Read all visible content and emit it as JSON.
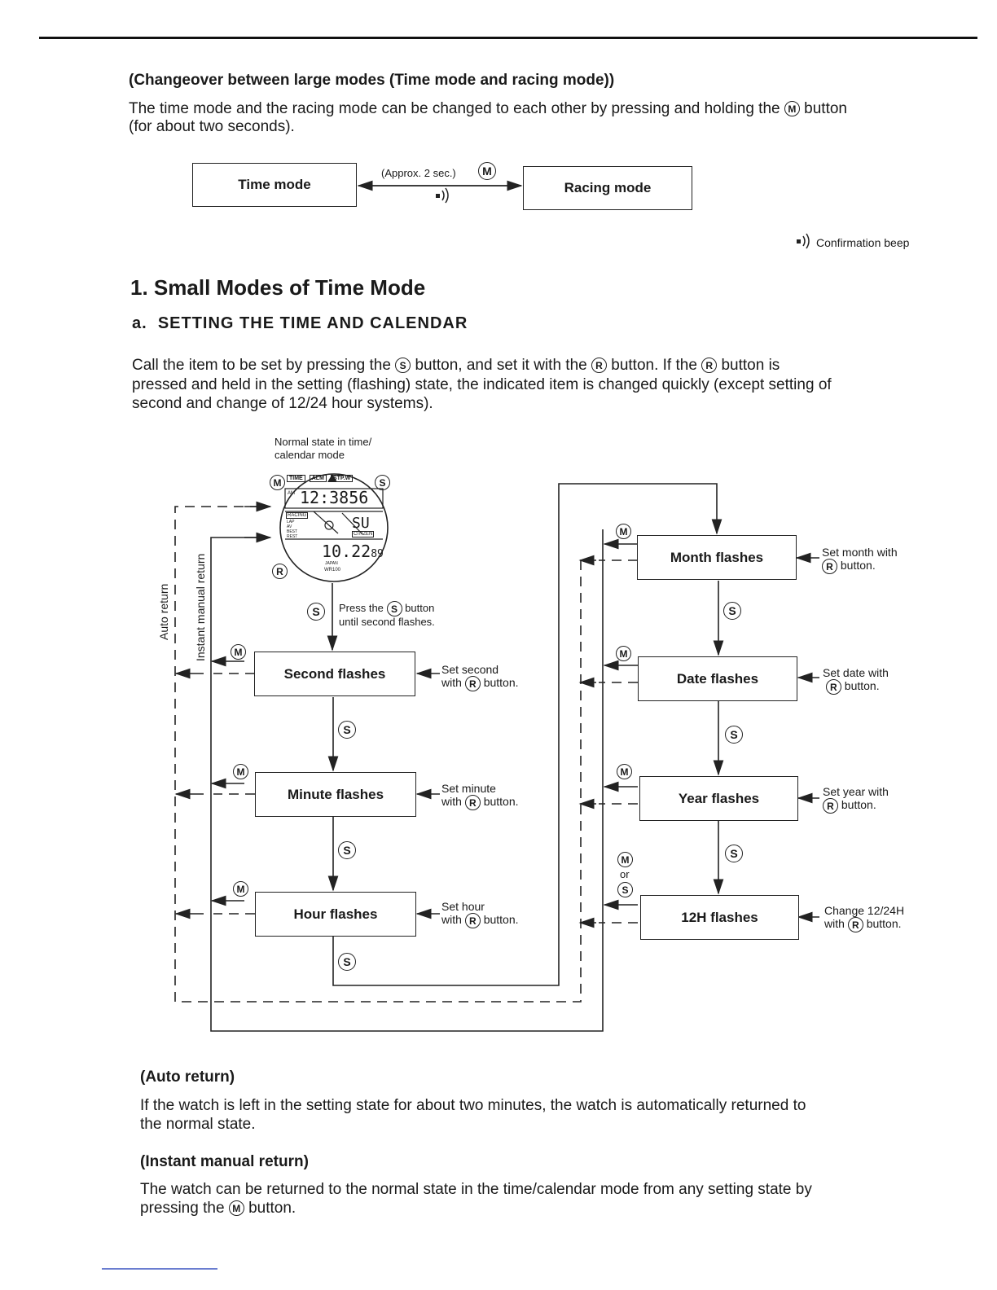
{
  "changeover": {
    "heading": "(Changeover between large modes (Time mode and racing mode))",
    "text_1": "The time mode and the racing mode can be changed to each other by pressing and holding the",
    "btn": "M",
    "text_2": "button",
    "text_3": "(for about two seconds).",
    "time_box": "Time mode",
    "racing_box": "Racing mode",
    "approx": "(Approx. 2 sec.)",
    "beep_label": "Confirmation beep"
  },
  "section": {
    "number": "1.",
    "title": "Small Modes of Time Mode",
    "sub_letter": "a.",
    "sub_title": "SETTING THE TIME AND CALENDAR",
    "line_1a": "Call the item to be set by pressing the",
    "line_1b": "button, and set it with the",
    "line_1c": "button. If the",
    "line_1d": "button is",
    "line_2": "pressed and held in the setting (flashing) state, the indicated item is changed quickly (except setting of",
    "line_3": "second and change of 12/24 hour systems)."
  },
  "buttons": {
    "s": "S",
    "r": "R",
    "m": "M"
  },
  "diagram": {
    "normal_state": "Normal state in time/",
    "normal_state_2": "calendar mode",
    "auto_return": "Auto return",
    "instant_return": "Instant manual return",
    "press_s_1": "Press the",
    "press_s_2": "button",
    "press_s_3": "until second flashes.",
    "or": "or",
    "watch": {
      "tab_time": "TIME",
      "tab_alm": "ALM",
      "tab_stpw": "STP.W",
      "am": "AM",
      "time": "12:38",
      "seconds": "56",
      "racing": "RACING",
      "day": "SU",
      "brand": "CITIZEN",
      "date": "10.22",
      "year": "89",
      "japan": "JAPAN",
      "wr": "WR100",
      "side_1": "LAP",
      "side_2": "AV",
      "side_3": "BEST",
      "side_4": "REST"
    },
    "left_boxes": [
      {
        "label": "Second flashes",
        "note_1": "Set second",
        "note_2a": "with",
        "note_2b": "button."
      },
      {
        "label": "Minute flashes",
        "note_1": "Set minute",
        "note_2a": "with",
        "note_2b": "button."
      },
      {
        "label": "Hour flashes",
        "note_1": "Set hour",
        "note_2a": "with",
        "note_2b": "button."
      }
    ],
    "right_boxes": [
      {
        "label": "Month flashes",
        "note_1": "Set month with",
        "note_2": "button."
      },
      {
        "label": "Date flashes",
        "note_1": "Set date with",
        "note_2": "button."
      },
      {
        "label": "Year flashes",
        "note_1": "Set year with",
        "note_2": "button."
      },
      {
        "label": "12H flashes",
        "note_1": "Change 12/24H",
        "note_2a": "with",
        "note_2b": "button."
      }
    ]
  },
  "auto_return": {
    "heading": "(Auto return)",
    "line_1": "If the watch is left in the setting state for about two minutes, the watch is automatically returned to",
    "line_2": "the normal state."
  },
  "instant_return": {
    "heading": "(Instant manual return)",
    "line_1": "The watch can be returned to the normal state in the time/calendar mode from any setting state by",
    "line_2a": "pressing the",
    "line_2b": "button."
  }
}
